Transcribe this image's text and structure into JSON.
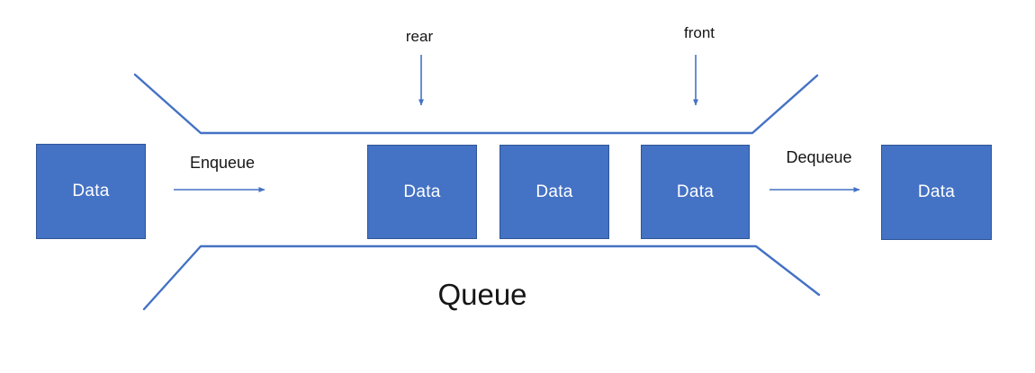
{
  "diagram": {
    "title": "Queue",
    "pointers": {
      "rear_label": "rear",
      "front_label": "front"
    },
    "operations": {
      "enqueue_label": "Enqueue",
      "dequeue_label": "Dequeue"
    },
    "nodes": {
      "incoming": "Data",
      "queue_items": [
        "Data",
        "Data",
        "Data"
      ],
      "outgoing": "Data"
    },
    "icons": {
      "arrowhead": "arrowhead-icon"
    },
    "colors": {
      "box_fill": "#4472C4",
      "box_border": "#2F5597",
      "box_text": "#FFFFFF",
      "line": "#4472C4",
      "label_text": "#161616"
    }
  }
}
